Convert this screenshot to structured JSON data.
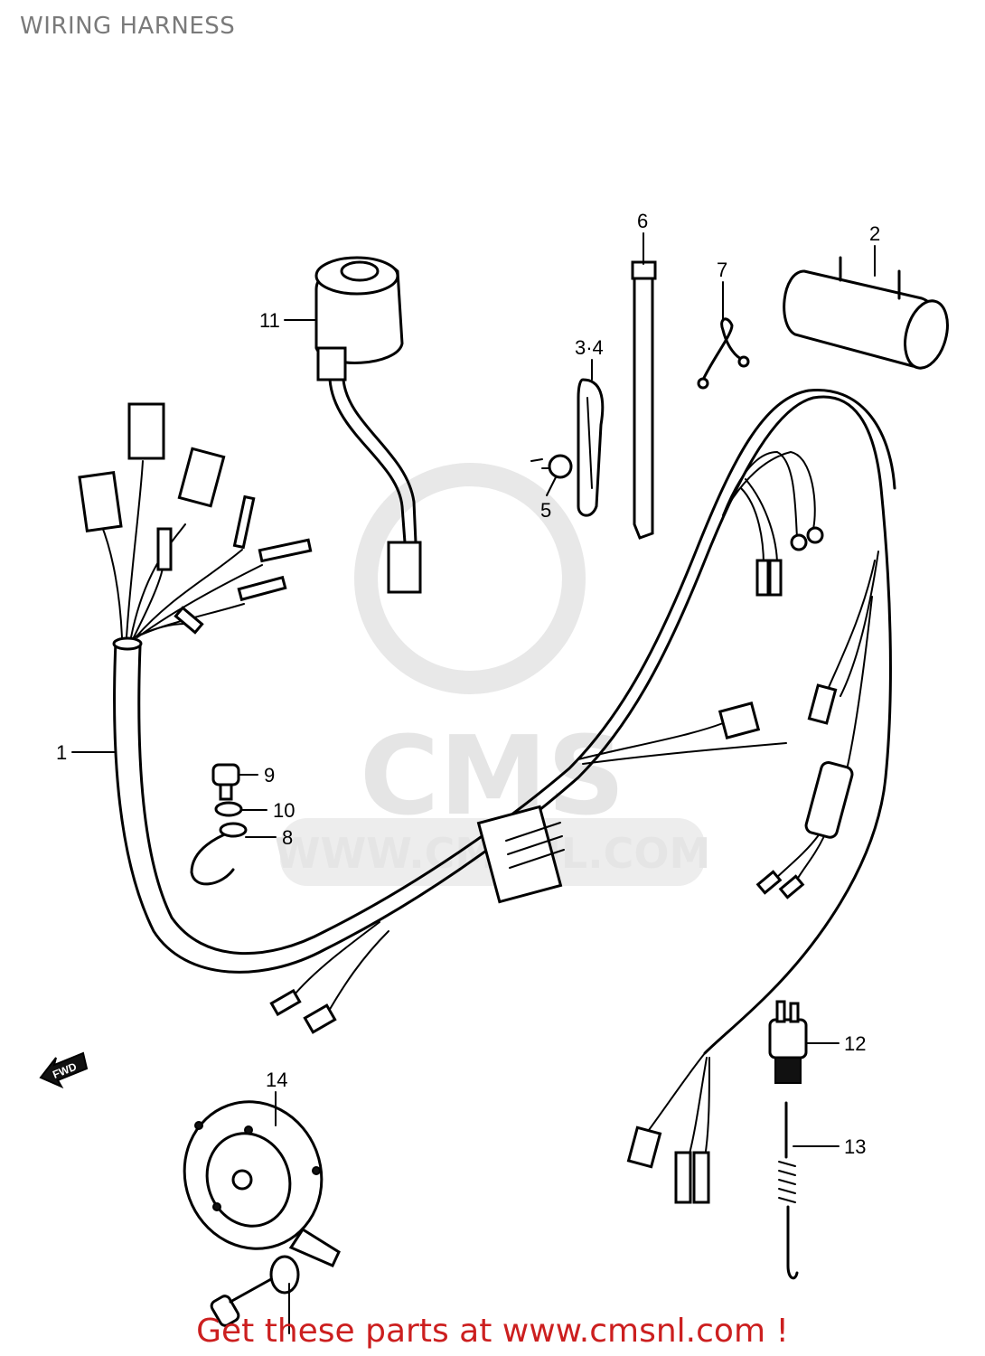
{
  "header": {
    "title": "WIRING HARNESS"
  },
  "footer": {
    "text": "Get these parts at www.cmsnl.com !"
  },
  "watermark": {
    "brand": "CMS",
    "url": "WWW.CMSNL.COM"
  },
  "fwd_arrow": {
    "label": "FWD"
  },
  "callouts": [
    {
      "id": "1",
      "text": "1"
    },
    {
      "id": "2",
      "text": "2"
    },
    {
      "id": "3-4",
      "text": "3·4"
    },
    {
      "id": "5",
      "text": "5"
    },
    {
      "id": "6",
      "text": "6"
    },
    {
      "id": "7",
      "text": "7"
    },
    {
      "id": "8",
      "text": "8"
    },
    {
      "id": "9",
      "text": "9"
    },
    {
      "id": "10",
      "text": "10"
    },
    {
      "id": "11",
      "text": "11"
    },
    {
      "id": "12",
      "text": "12"
    },
    {
      "id": "13",
      "text": "13"
    },
    {
      "id": "14",
      "text": "14"
    }
  ]
}
